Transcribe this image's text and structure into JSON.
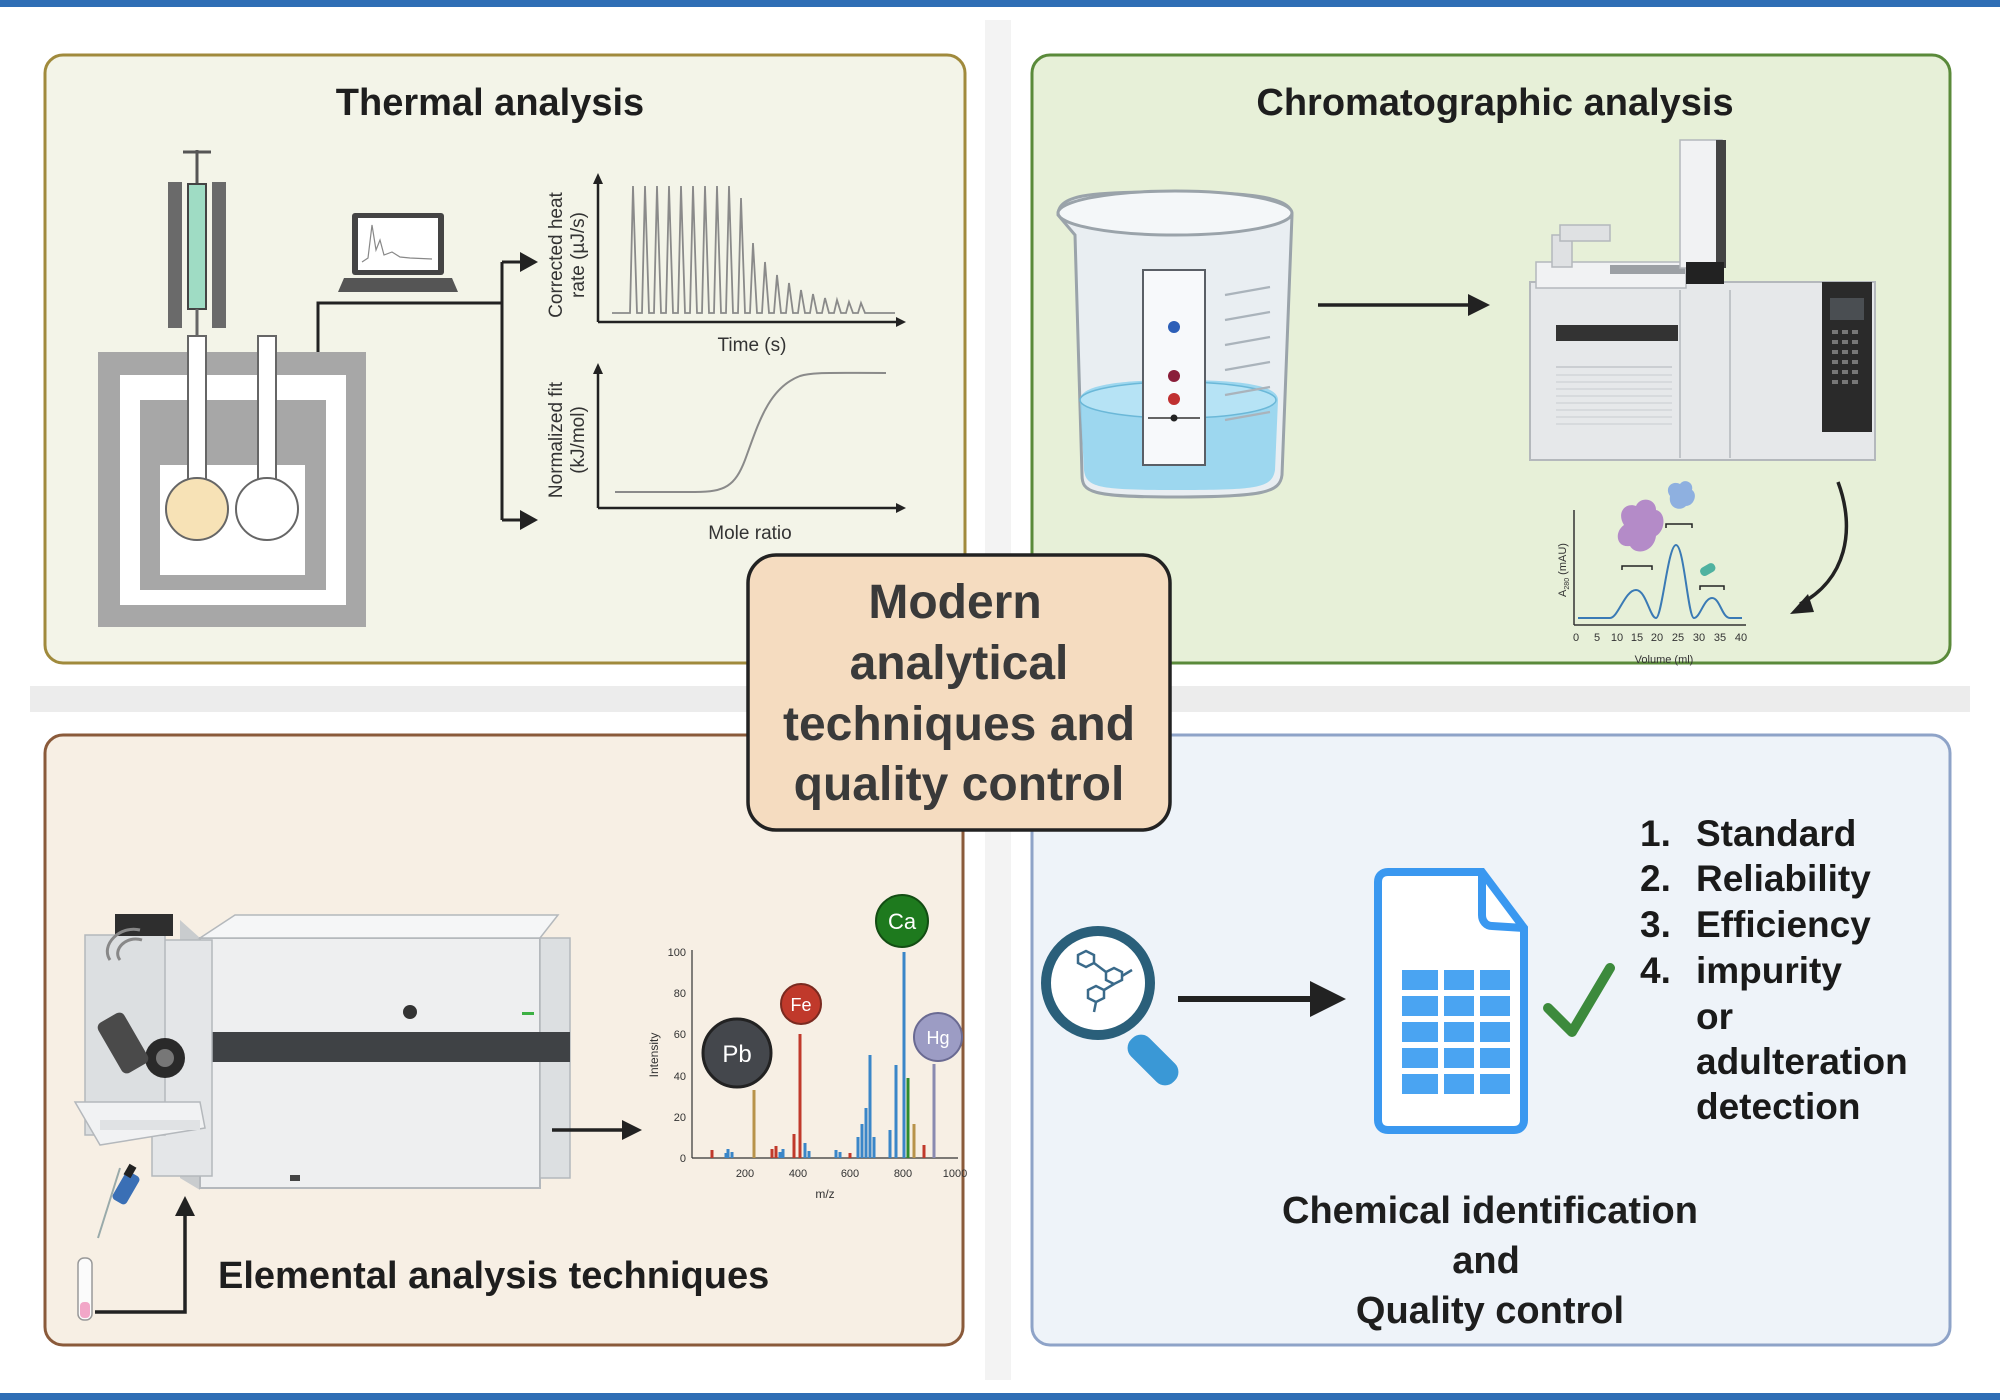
{
  "center": {
    "lines": [
      "Modern",
      "analytical",
      "techniques and",
      "quality control"
    ]
  },
  "panels": {
    "thermal": {
      "title": "Thermal analysis",
      "top_plot": {
        "ylabel_line1": "Corrected heat",
        "ylabel_line2": "rate (µJ/s)",
        "xlabel": "Time (s)"
      },
      "bottom_plot": {
        "ylabel_line1": "Normalized fit",
        "ylabel_line2": "(kJ/mol)",
        "xlabel": "Mole ratio"
      }
    },
    "chromatographic": {
      "title": "Chromatographic analysis",
      "chromatogram": {
        "ylabel": "A",
        "ylabel_sub": "280",
        "ylabel_unit": "(mAU)",
        "xlabel": "Volume (ml)",
        "xticks": [
          "0",
          "5",
          "10",
          "15",
          "20",
          "25",
          "30",
          "35",
          "40"
        ]
      }
    },
    "elemental": {
      "title": "Elemental  analysis techniques",
      "spectrum": {
        "ylabel": "Intensity",
        "xlabel": "m/z",
        "yticks": [
          "0",
          "20",
          "40",
          "60",
          "80",
          "100"
        ],
        "xticks": [
          "200",
          "400",
          "600",
          "800",
          "1000"
        ],
        "elements": [
          "Pb",
          "Fe",
          "Ca",
          "Hg"
        ]
      }
    },
    "quality": {
      "title_line1": "Chemical identification",
      "title_line2": "and",
      "title_line3": "Quality control",
      "list": [
        {
          "num": "1.",
          "text": "Standard"
        },
        {
          "num": "2.",
          "text": "Reliability"
        },
        {
          "num": "3.",
          "text": "Efficiency"
        },
        {
          "num": "4.",
          "text": "impurity"
        }
      ],
      "list_continuation": [
        "or",
        "adulteration",
        "detection"
      ]
    }
  },
  "colors": {
    "border_blue": "#2f6eb5",
    "thermal_bg": "#f3f4e8",
    "thermal_border": "#a08a3c",
    "chrom_bg": "#e7f0d8",
    "chrom_border": "#5a8a3a",
    "elem_bg": "#f7efe4",
    "elem_border": "#8a5a3a",
    "quality_bg": "#eef3f9",
    "quality_border": "#8ea3c8",
    "center_bg": "#f5dcc0"
  }
}
